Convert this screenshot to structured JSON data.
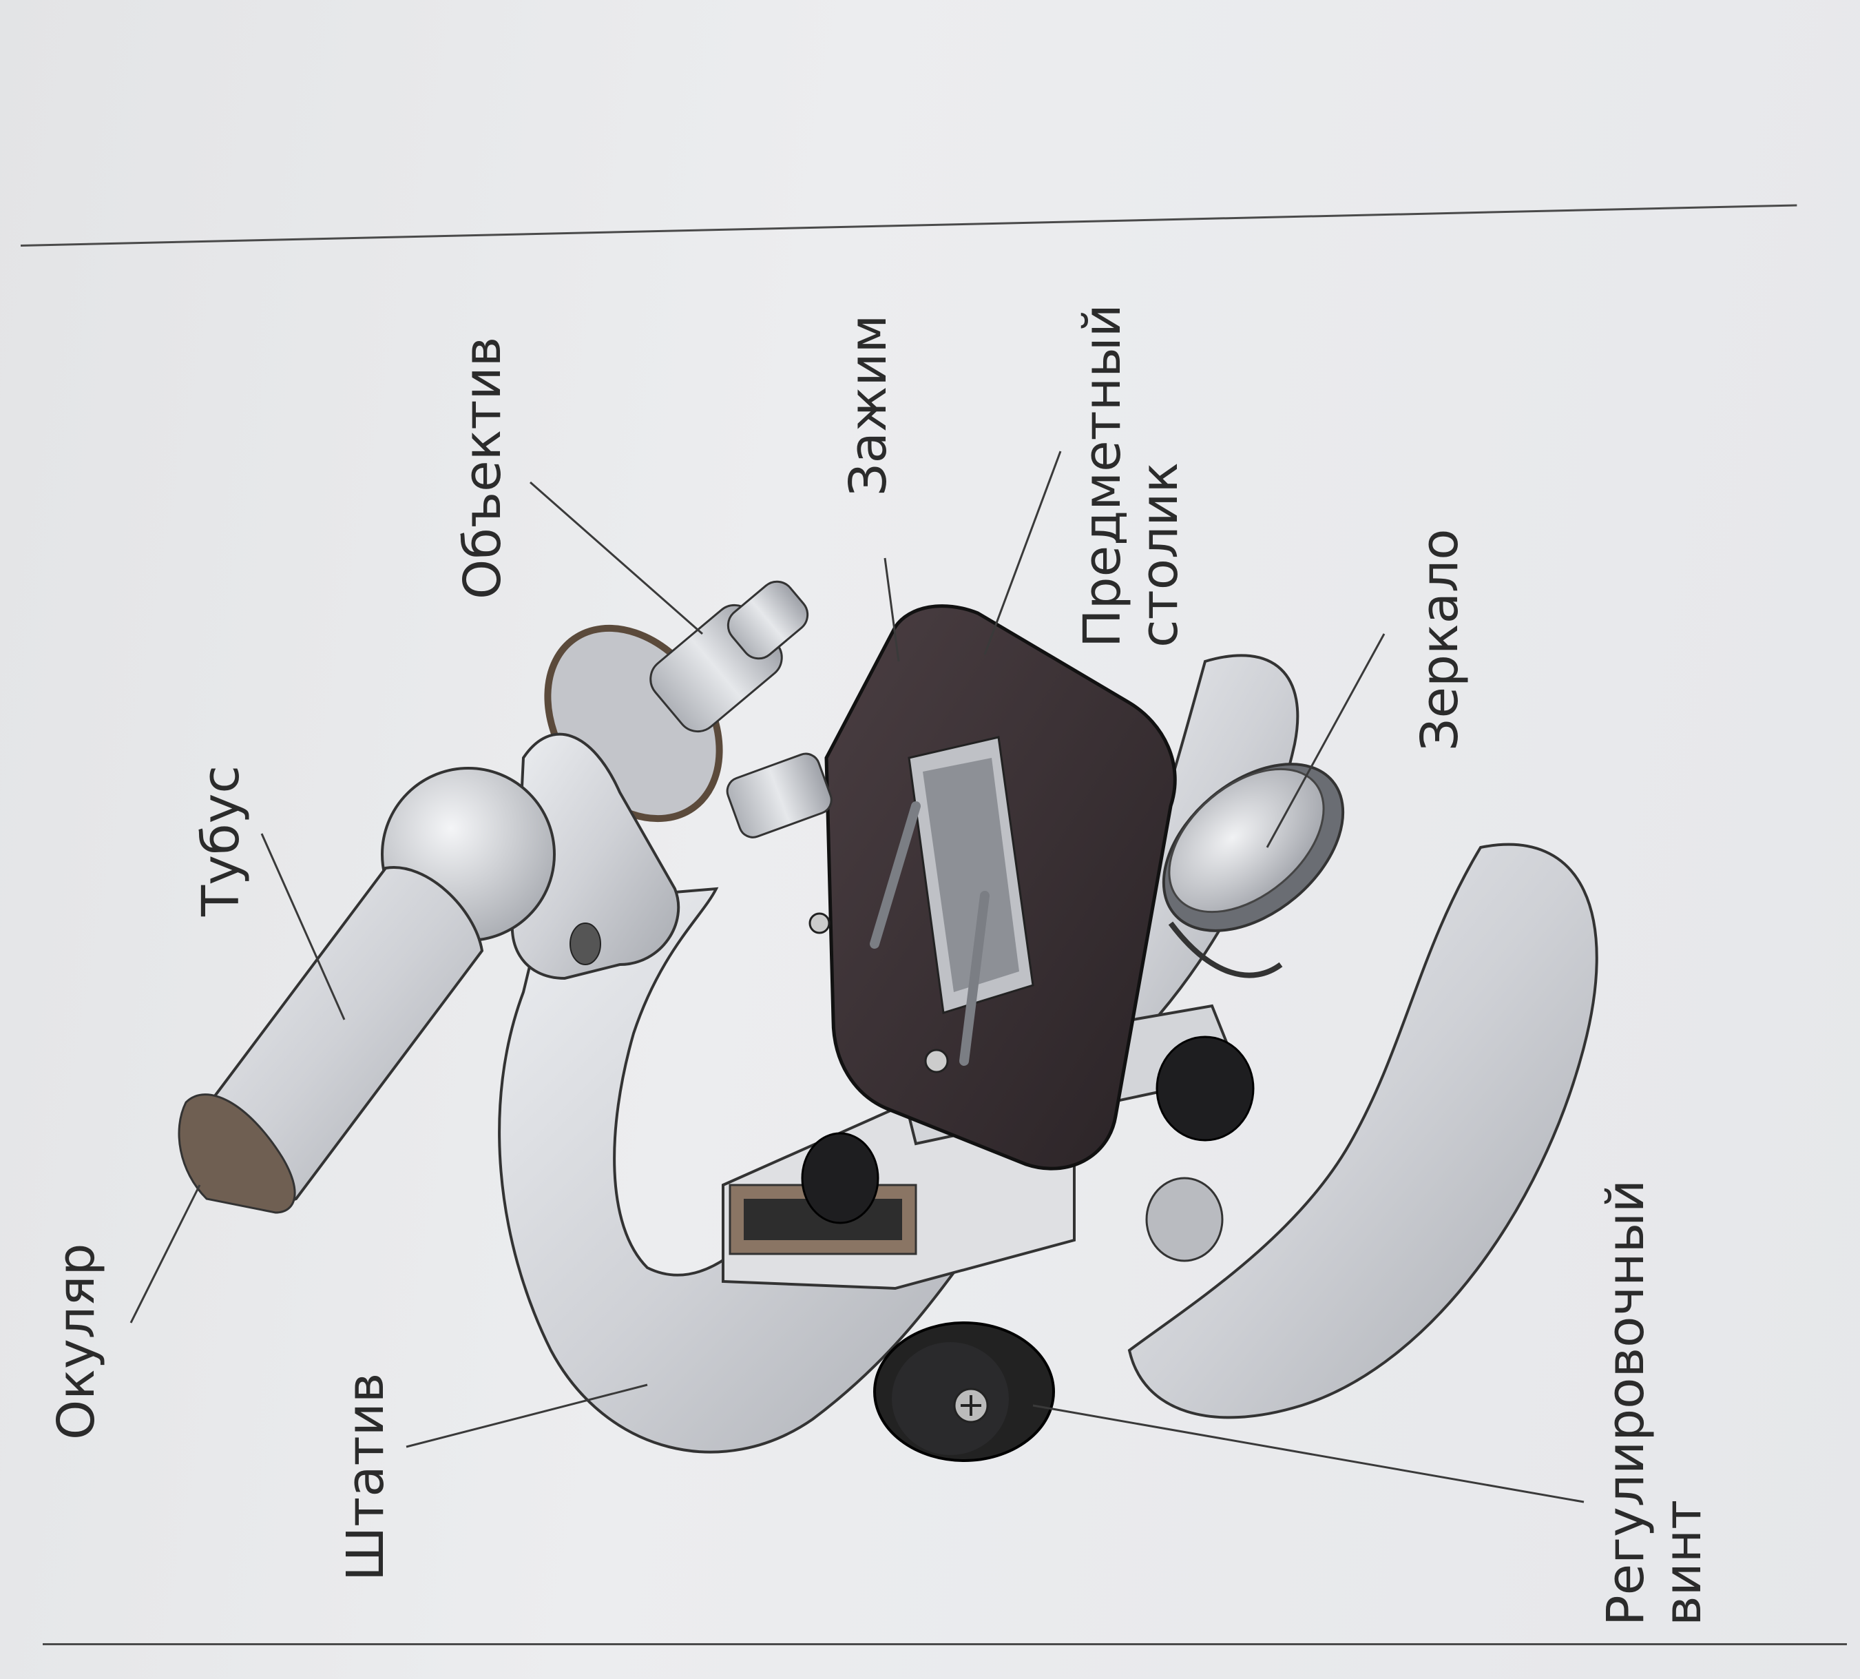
{
  "labels": {
    "eyepiece": "Окуляр",
    "tube": "Тубус",
    "objective": "Объектив",
    "clamp": "Зажим",
    "stage_line1": "Предметный",
    "stage_line2": "столик",
    "mirror": "Зеркало",
    "stand": "Штатив",
    "screw_line1": "Регулировочный",
    "screw_line2": "винт"
  },
  "colors": {
    "ink": "#2b2b2b",
    "leader": "#3a3a3a",
    "metal_light": "#d9dadd",
    "metal_mid": "#b9bbc0",
    "metal_dark": "#8f9299",
    "stage": "#3b3235",
    "knob": "#1e1e20",
    "bronze": "#6f5a46"
  }
}
